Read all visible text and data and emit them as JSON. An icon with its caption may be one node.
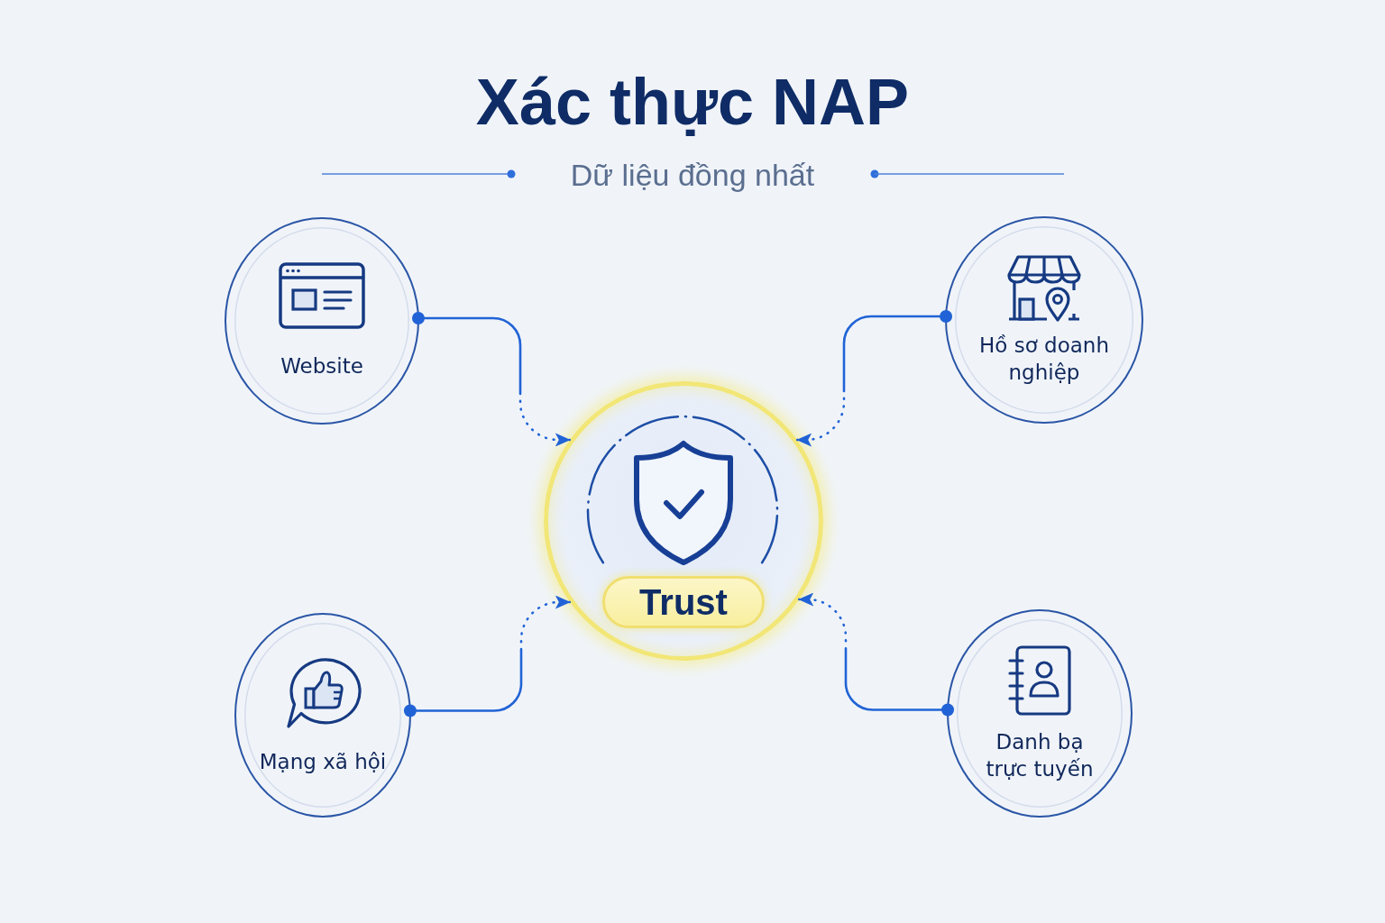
{
  "diagram": {
    "title": "Xác thực NAP",
    "nodes": [
      {
        "text": [
          "Website"
        ]
      },
      {
        "text": [
          "Hồ sơ doanh nghiệp"
        ]
      },
      {
        "text": [
          "Trust"
        ]
      },
      {
        "text": [
          "Mạng xã hội"
        ]
      },
      {
        "text": [
          "Danh bạ trực tuyến"
        ]
      }
    ],
    "edges": [
      {
        "from": 0,
        "to": 2,
        "arrow": "to"
      },
      {
        "from": 1,
        "to": 2,
        "arrow": "to"
      },
      {
        "from": 3,
        "to": 2,
        "arrow": "to"
      },
      {
        "from": 4,
        "to": 2,
        "arrow": "to"
      }
    ],
    "labels": [
      "Dữ liệu đồng nhất"
    ]
  }
}
